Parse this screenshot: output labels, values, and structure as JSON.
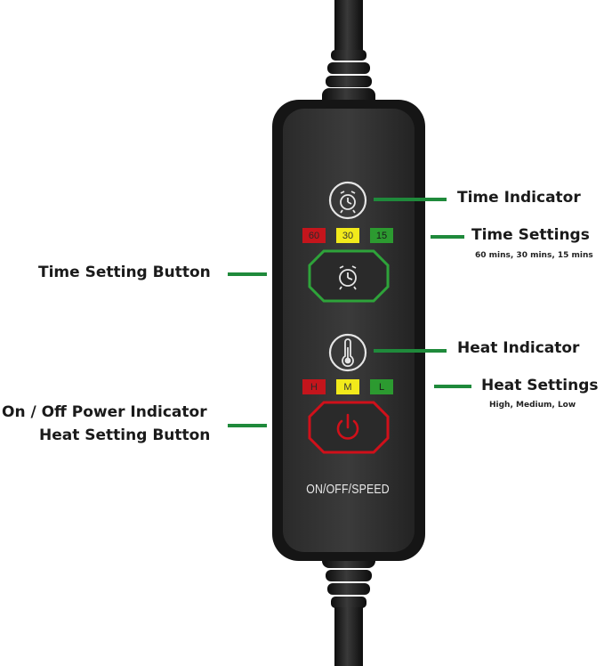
{
  "labels": {
    "time_indicator": "Time Indicator",
    "time_settings": "Time Settings",
    "time_settings_sub": "60 mins, 30 mins, 15 mins",
    "time_setting_button": "Time Setting Button",
    "heat_indicator": "Heat Indicator",
    "heat_settings": "Heat Settings",
    "heat_settings_sub": "High, Medium, Low",
    "power_indicator": "On / Off Power Indicator",
    "heat_setting_button": "Heat Setting Button"
  },
  "time_levels": [
    "60",
    "30",
    "15"
  ],
  "heat_levels": [
    "H",
    "M",
    "L"
  ],
  "device_text": "ON/OFF/SPEED",
  "icons": {
    "time_indicator": "alarm-clock-icon",
    "time_button": "alarm-clock-icon",
    "heat_indicator": "thermometer-icon",
    "power_button": "power-icon"
  },
  "colors": {
    "callout_line": "#1f8a3b",
    "high": "#c4151c",
    "medium": "#f2ea1b",
    "low": "#2c9a30",
    "time_button_ring": "#2ea33a",
    "power_button_ring": "#d0101a"
  }
}
